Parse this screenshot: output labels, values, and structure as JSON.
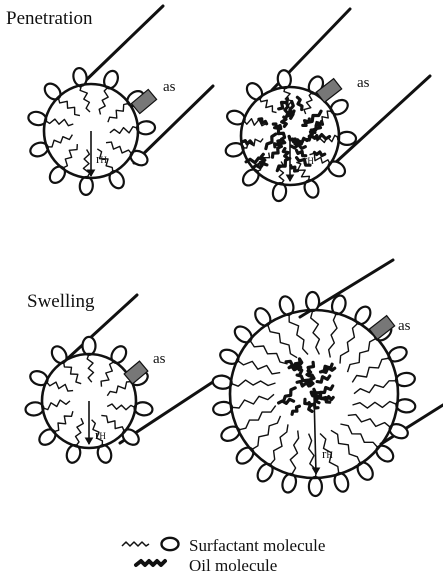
{
  "sections": {
    "penetration": {
      "title": "Penetration"
    },
    "swelling": {
      "title": "Swelling"
    }
  },
  "labels": {
    "as": "as",
    "r": "r",
    "r_sub": "H"
  },
  "legend": {
    "surfactant": "Surfactant molecule",
    "oil": "Oil molecule"
  },
  "colors": {
    "ink": "#111111",
    "as_block": "#777777",
    "background": "#ffffff"
  }
}
